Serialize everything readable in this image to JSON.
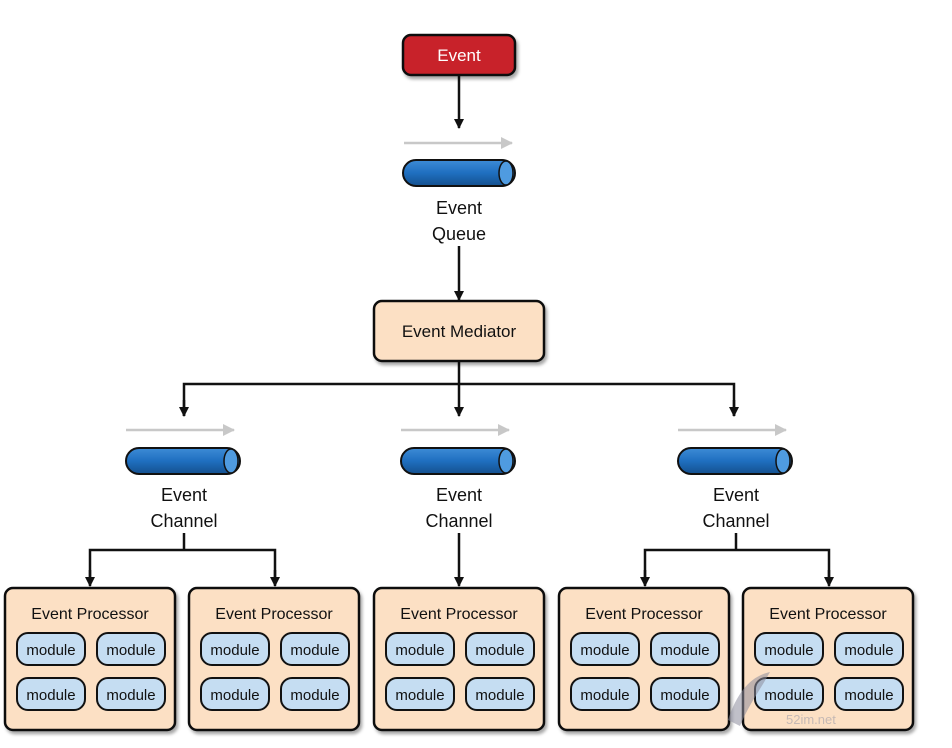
{
  "event": {
    "label": "Event"
  },
  "queue": {
    "label_line1": "Event",
    "label_line2": "Queue"
  },
  "mediator": {
    "label": "Event Mediator"
  },
  "channels": [
    {
      "label_line1": "Event",
      "label_line2": "Channel"
    },
    {
      "label_line1": "Event",
      "label_line2": "Channel"
    },
    {
      "label_line1": "Event",
      "label_line2": "Channel"
    }
  ],
  "processors": [
    {
      "label": "Event Processor",
      "modules": [
        "module",
        "module",
        "module",
        "module"
      ]
    },
    {
      "label": "Event Processor",
      "modules": [
        "module",
        "module",
        "module",
        "module"
      ]
    },
    {
      "label": "Event Processor",
      "modules": [
        "module",
        "module",
        "module",
        "module"
      ]
    },
    {
      "label": "Event Processor",
      "modules": [
        "module",
        "module",
        "module",
        "module"
      ]
    },
    {
      "label": "Event Processor",
      "modules": [
        "module",
        "module",
        "module",
        "module"
      ]
    }
  ],
  "watermark": {
    "text": "52im.net"
  },
  "colors": {
    "event_fill": "#c8202b",
    "pipe_fill": "#1f6fc0",
    "box_fill": "#fce0c4",
    "module_fill": "#c5ddf2",
    "flow_arrow": "#c8c8c8"
  }
}
